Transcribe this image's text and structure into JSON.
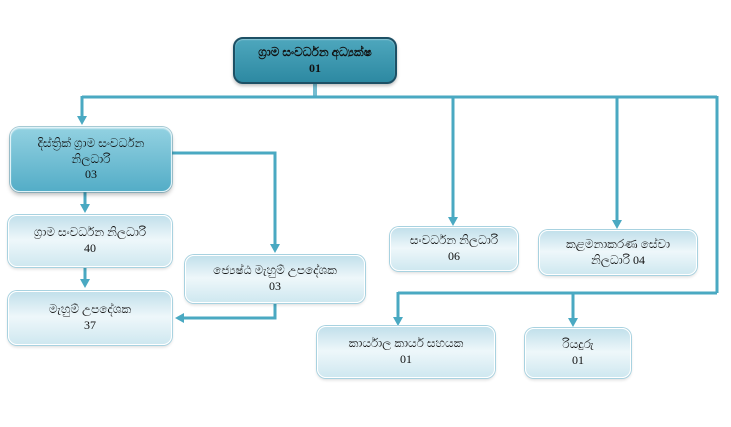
{
  "colors": {
    "background": "#ffffff",
    "connector": "#4aa9c2",
    "connector_light": "#74bcd0",
    "top_fill_a": "#4ea7bd",
    "top_fill_b": "#2d89a2",
    "top_border": "#1d5065",
    "district_fill_a": "#92d1e1",
    "district_fill_b": "#54adc7",
    "district_border": "#e0f3f8",
    "light_fill_a": "#c2e0eb",
    "light_fill_b": "#eef7fa",
    "light_fill_c": "#cfe8f0",
    "light_border": "#ffffff",
    "light_edge": "#a8d2e0",
    "text": "#111111"
  },
  "org_chart": {
    "type": "organization-chart",
    "nodes": [
      {
        "id": "director",
        "line1": "ග්‍රාම සංවර්ධන අධ්‍යක්ෂ",
        "line2": "01",
        "count": "01"
      },
      {
        "id": "district_officer",
        "line1": "දිස්ත්‍රික් ග්‍රාම සංවර්ධන",
        "line2": "නිලධාරි",
        "line3": "03",
        "count": "03"
      },
      {
        "id": "grama_niladhari",
        "line1": "ග්‍රාම සංවර්ධන නිලධාරි",
        "line2": "40",
        "count": "40"
      },
      {
        "id": "sewing_instructor",
        "line1": "මැහුම් උපදේශක",
        "line2": "37",
        "count": "37"
      },
      {
        "id": "senior_sewing_instructor",
        "line1": "ජ්‍යෙෂ්ඨ මැහුම් උපදේශක",
        "line2": "03",
        "count": "03"
      },
      {
        "id": "development_officer",
        "line1": "සංවර්ධන නිලධාරි",
        "line2": "06",
        "count": "06"
      },
      {
        "id": "management_service_officer",
        "line1": "කළමනාකරණ සේවා",
        "line2": "නිලධාරි 04",
        "count": "04"
      },
      {
        "id": "office_aide",
        "line1": "කාර්යාල කාර්ය සහයක",
        "line2": "01",
        "count": "01"
      },
      {
        "id": "driver",
        "line1": "රියදුරු",
        "line2": "01",
        "count": "01"
      }
    ],
    "edges": [
      {
        "from": "director",
        "to": "district_officer"
      },
      {
        "from": "director",
        "to": "development_officer"
      },
      {
        "from": "director",
        "to": "management_service_officer"
      },
      {
        "from": "director",
        "to": "office_aide"
      },
      {
        "from": "director",
        "to": "driver"
      },
      {
        "from": "district_officer",
        "to": "grama_niladhari"
      },
      {
        "from": "grama_niladhari",
        "to": "sewing_instructor"
      },
      {
        "from": "district_officer",
        "to": "senior_sewing_instructor"
      },
      {
        "from": "senior_sewing_instructor",
        "to": "sewing_instructor"
      }
    ]
  }
}
